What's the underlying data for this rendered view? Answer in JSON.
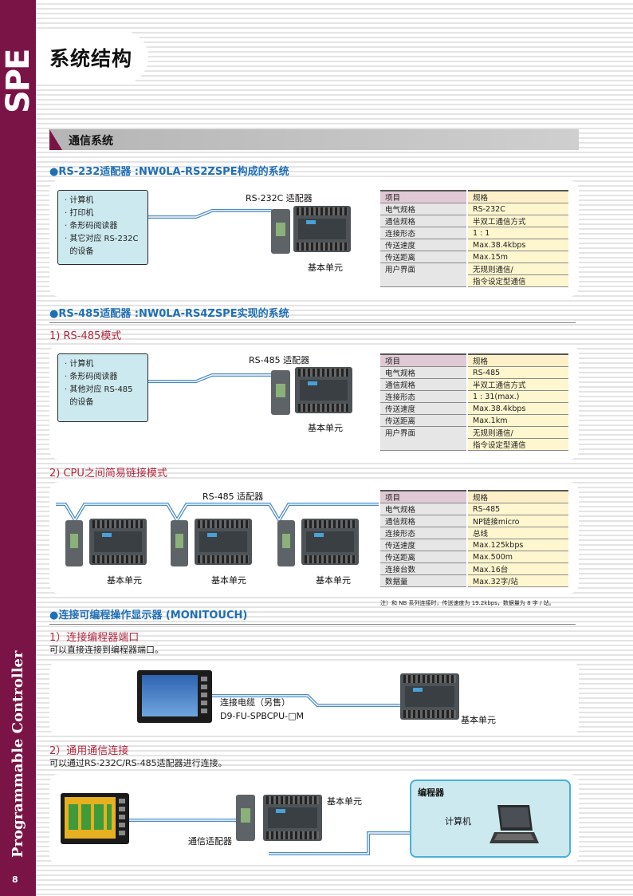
{
  "sidebar": {
    "logo": "SPE",
    "vertical_text": "Programmable Controller",
    "page_number": "8"
  },
  "page_title": "系统结构",
  "section_title": "通信系统",
  "rs232": {
    "heading": "●RS-232适配器 :NW0LA-RS2ZSPE构成的系统",
    "devices": [
      "· 计算机",
      "· 打印机",
      "· 条形码阅读器",
      "· 其它对应 RS-232C",
      "  的设备"
    ],
    "adapter_label": "RS-232C 适配器",
    "unit_label": "基本单元",
    "table": [
      [
        "项目",
        "规格"
      ],
      [
        "电气规格",
        "RS-232C"
      ],
      [
        "通信规格",
        "半双工通信方式"
      ],
      [
        "连接形态",
        "1 : 1"
      ],
      [
        "传送速度",
        "Max.38.4kbps"
      ],
      [
        "传送距离",
        "Max.15m"
      ],
      [
        "用户界面",
        "无规则通信/"
      ],
      [
        "",
        "指令设定型通信"
      ]
    ]
  },
  "rs485": {
    "heading": "●RS-485适配器 :NW0LA-RS4ZSPE实现的系统",
    "mode1": {
      "heading": "1) RS-485模式",
      "devices": [
        "· 计算机",
        "· 条形码阅读器",
        "· 其他对应 RS-485",
        "  的设备"
      ],
      "adapter_label": "RS-485 适配器",
      "unit_label": "基本单元",
      "table": [
        [
          "项目",
          "规格"
        ],
        [
          "电气规格",
          "RS-485"
        ],
        [
          "通信规格",
          "半双工通信方式"
        ],
        [
          "连接形态",
          "1 : 31(max.)"
        ],
        [
          "传送速度",
          "Max.38.4kbps"
        ],
        [
          "传送距离",
          "Max.1km"
        ],
        [
          "用户界面",
          "无规则通信/"
        ],
        [
          "",
          "指令设定型通信"
        ]
      ]
    },
    "mode2": {
      "heading": "2) CPU之间简易链接模式",
      "adapter_label": "RS-485 适配器",
      "unit_labels": [
        "基本单元",
        "基本单元",
        "基本单元"
      ],
      "table": [
        [
          "项目",
          "规格"
        ],
        [
          "电气规格",
          "RS-485"
        ],
        [
          "通信规格",
          "NP链接micro"
        ],
        [
          "连接形态",
          "总线"
        ],
        [
          "传送速度",
          "Max.125kbps"
        ],
        [
          "传送距离",
          "Max.500m"
        ],
        [
          "连接台数",
          "Max.16台"
        ],
        [
          "数据量",
          "Max.32字/站"
        ]
      ],
      "note": "注）和 NB 系列连接时，传送速度为 19.2kbps，数据量为 8 字 / 站。"
    }
  },
  "monitouch": {
    "heading": "●连接可编程操作显示器 (MONITOUCH)",
    "sub1": {
      "heading": "1）连接编程器端口",
      "desc": "可以直接连接到编程器端口。",
      "cable_label": "连接电缆（另售）",
      "cable_model": "D9-FU-SPBCPU-□M",
      "unit_label": "基本单元"
    },
    "sub2": {
      "heading": "2）通用通信连接",
      "desc": "可以通过RS-232C/RS-485适配器进行连接。",
      "unit_label": "基本单元",
      "adapter_label": "通信适配器",
      "programmer_title": "编程器",
      "computer_label": "计算机"
    }
  },
  "colors": {
    "sidebar": "#7a1447",
    "heading_blue": "#1f6fb5",
    "heading_red": "#b2263c",
    "device_box": "#cbe9ef"
  }
}
